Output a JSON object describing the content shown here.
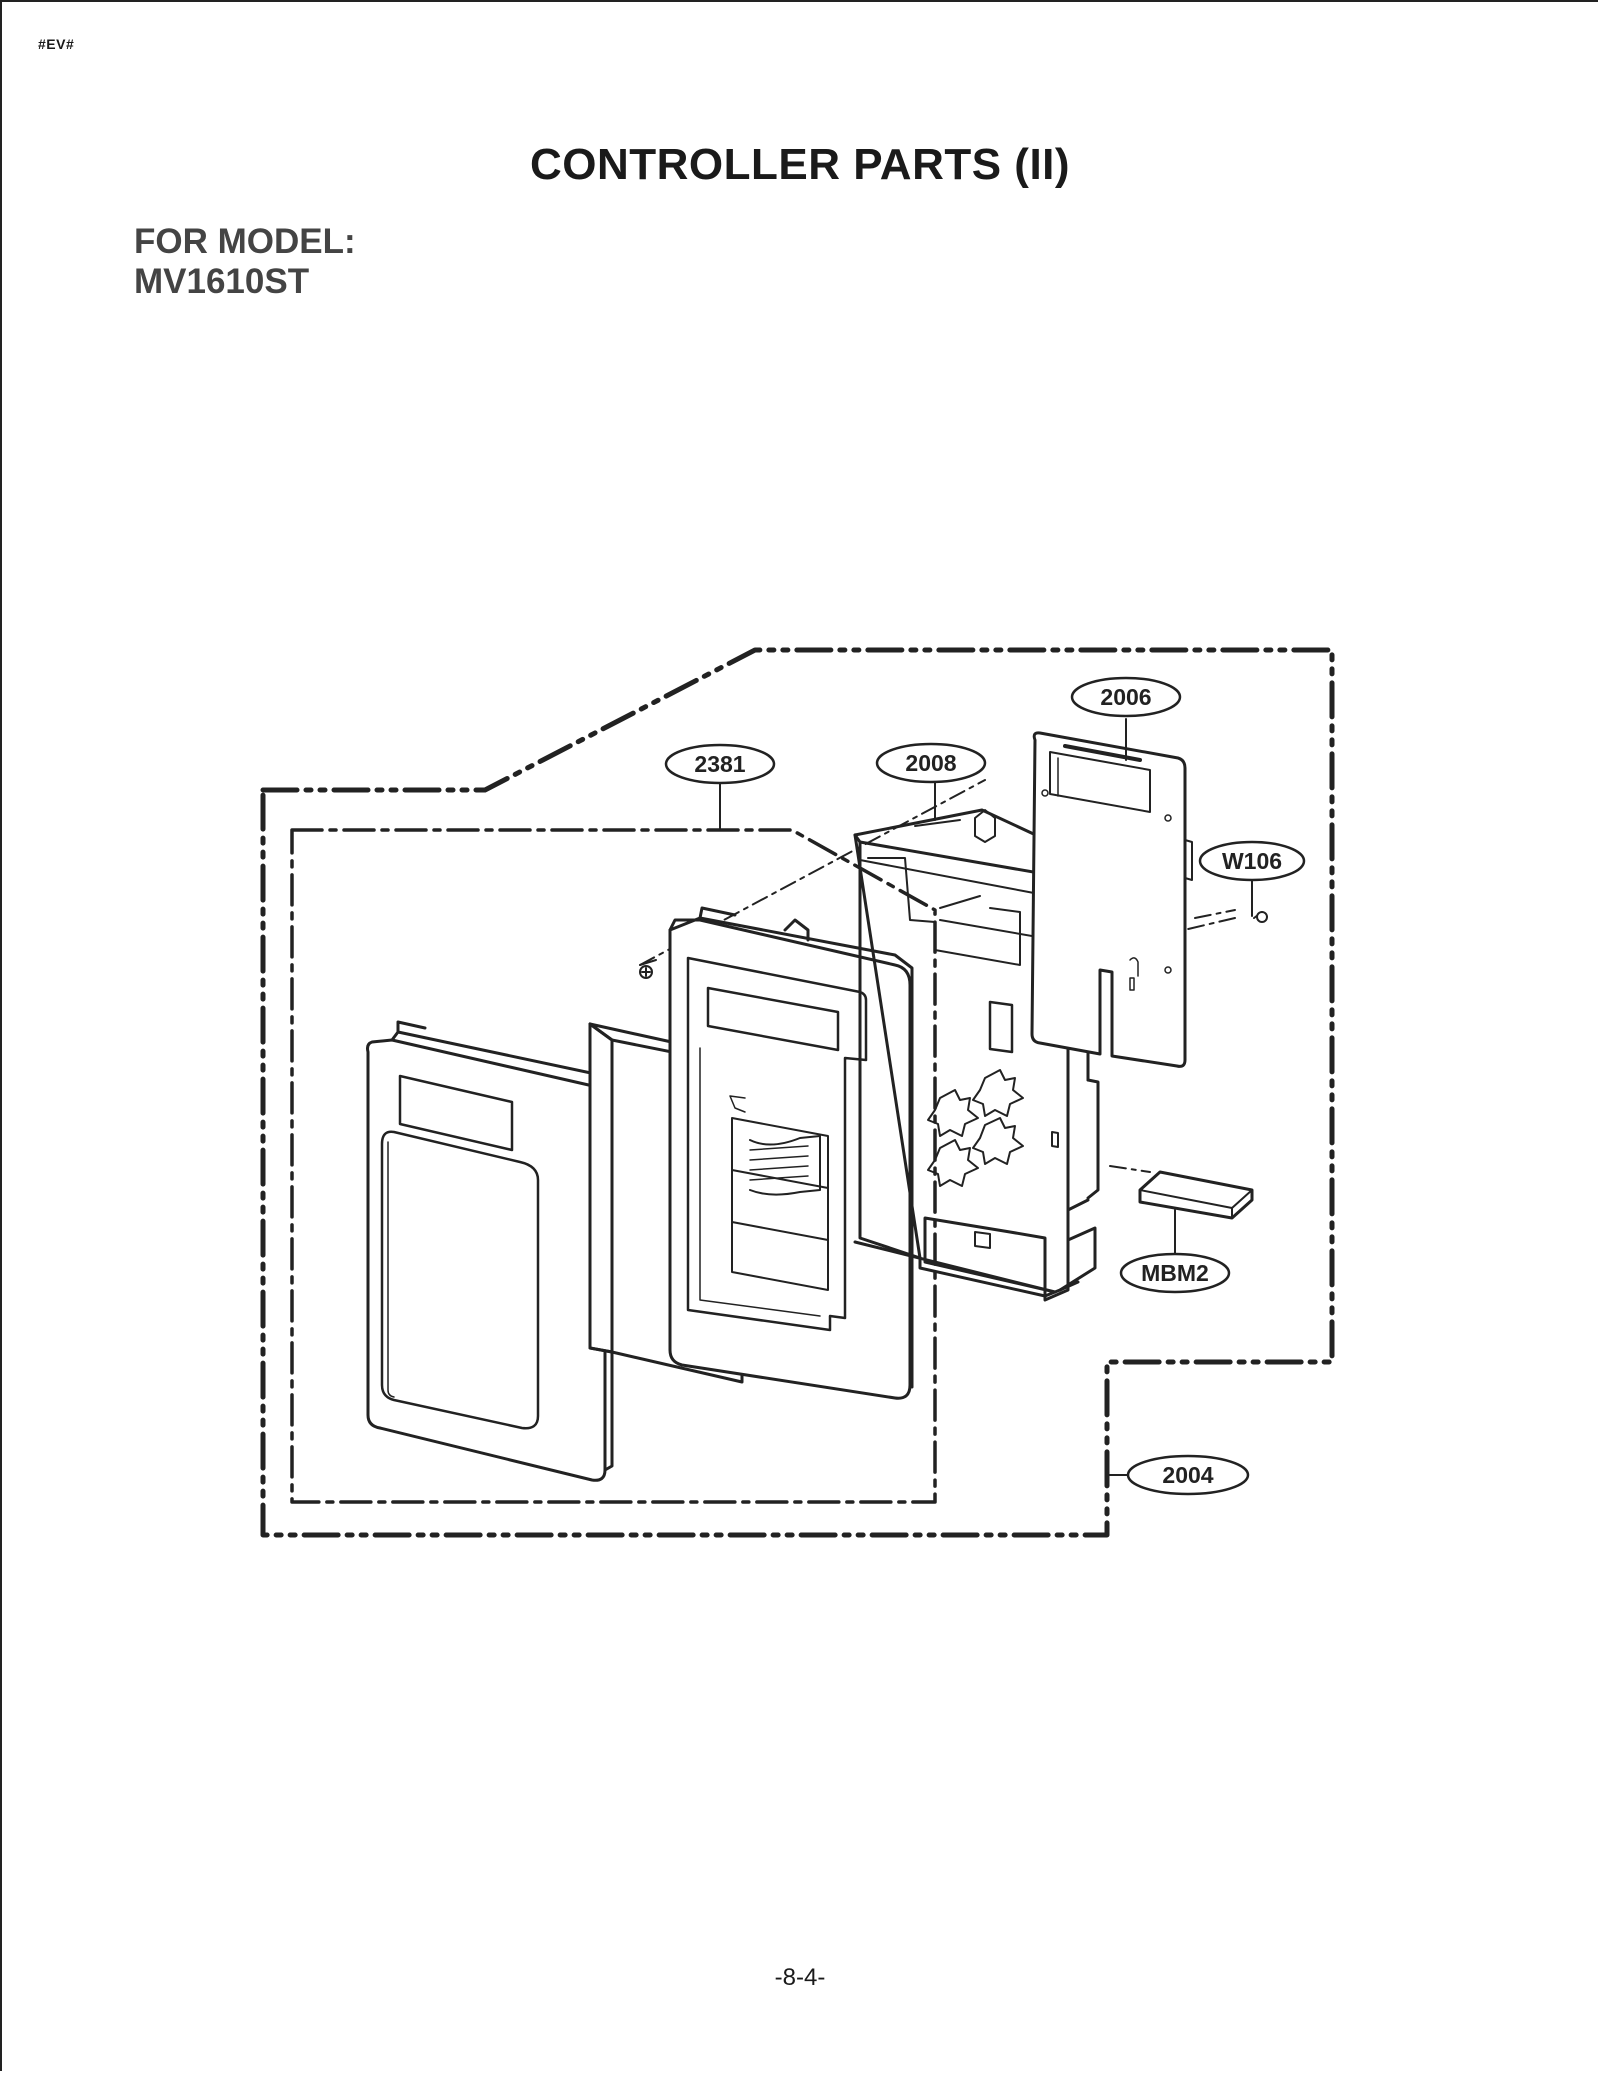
{
  "header": {
    "doc_code": "#EV#",
    "title": "CONTROLLER PARTS (II)",
    "model_label": "FOR MODEL:",
    "model_number": "MV1610ST"
  },
  "diagram": {
    "callouts": [
      {
        "id": "2006",
        "label": "2006"
      },
      {
        "id": "2381",
        "label": "2381"
      },
      {
        "id": "2008",
        "label": "2008"
      },
      {
        "id": "W106",
        "label": "W106"
      },
      {
        "id": "MBM2",
        "label": "MBM2"
      },
      {
        "id": "2004",
        "label": "2004"
      }
    ]
  },
  "footer": {
    "page_number": "-8-4-"
  }
}
